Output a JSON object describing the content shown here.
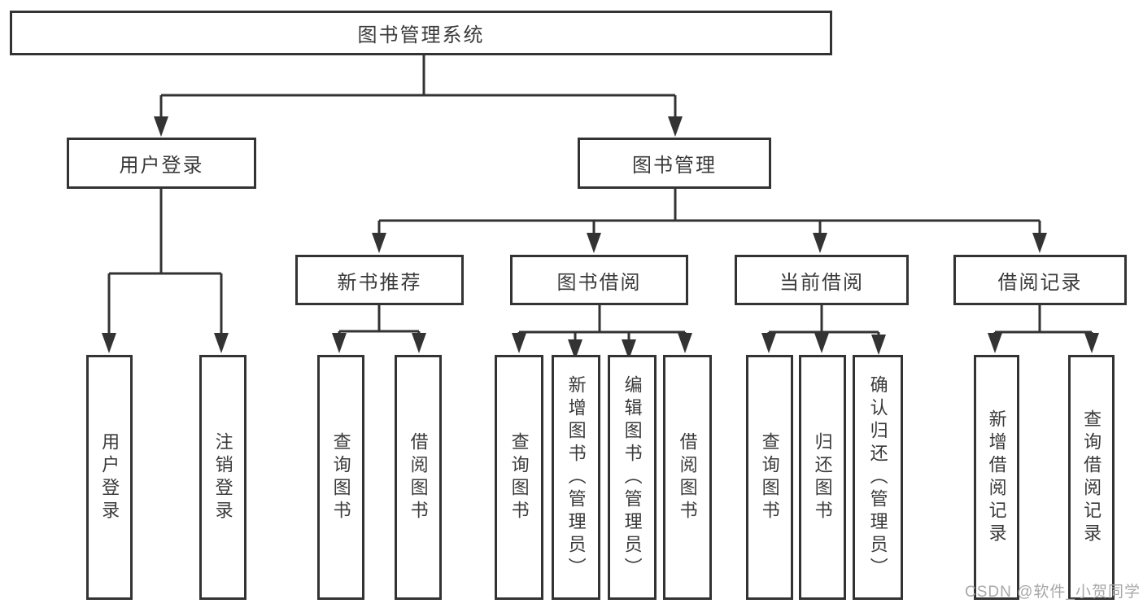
{
  "nodes": {
    "root": "图书管理系统",
    "user_login": "用户登录",
    "book_management": "图书管理",
    "new_book_recommend": "新书推荐",
    "book_borrowing": "图书借阅",
    "current_borrowing": "当前借阅",
    "borrowing_records": "借阅记录",
    "leaf_user_login": "用户登录",
    "leaf_logout": "注销登录",
    "nbr_query_books": "查询图书",
    "nbr_borrow_books": "借阅图书",
    "bb_query_books": "查询图书",
    "bb_add_books": "新增图书（管理员）",
    "bb_edit_books": "编辑图书（管理员）",
    "bb_borrow_books": "借阅图书",
    "cb_query_books": "查询图书",
    "cb_return_books": "归还图书",
    "cb_confirm_return": "确认归还（管理员）",
    "br_add_record": "新增借阅记录",
    "br_query_record": "查询借阅记录"
  },
  "watermark": "CSDN @软件_小贺同学",
  "colors": {
    "line": "#333333",
    "text": "#3a3a3a",
    "watermark": "#a8a8a8",
    "background": "#ffffff"
  }
}
